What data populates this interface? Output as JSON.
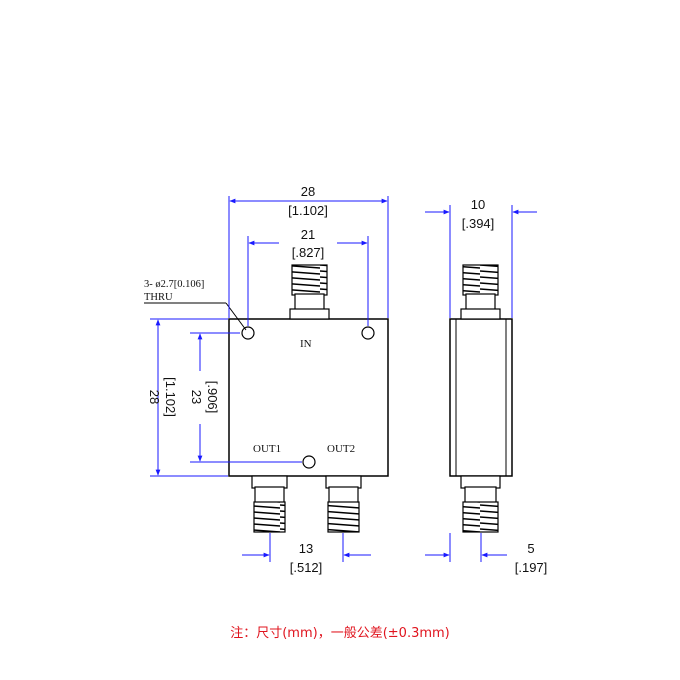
{
  "dimensions": {
    "overall_width": {
      "mm": "28",
      "inch": "[1.102]"
    },
    "input_spacing": {
      "mm": "21",
      "inch": "[.827]"
    },
    "side_thickness": {
      "mm": "10",
      "inch": "[.394]"
    },
    "overall_height": {
      "mm": "28",
      "inch": "[1.102]"
    },
    "hole_pitch_height": {
      "mm": "23",
      "inch": "[.906]"
    },
    "output_spacing": {
      "mm": "13",
      "inch": "[.512]"
    },
    "side_offset": {
      "mm": "5",
      "inch": "[.197]"
    }
  },
  "hole_note": {
    "line1": "3- ø2.7[0.106]",
    "line2": "THRU"
  },
  "ports": {
    "input": "IN",
    "output1": "OUT1",
    "output2": "OUT2"
  },
  "footnote": "注：尺寸(mm)，一般公差(±0.3mm)",
  "colors": {
    "dimension_line": "#1a1aff",
    "outline": "#000000",
    "footnote": "#e0141e"
  }
}
